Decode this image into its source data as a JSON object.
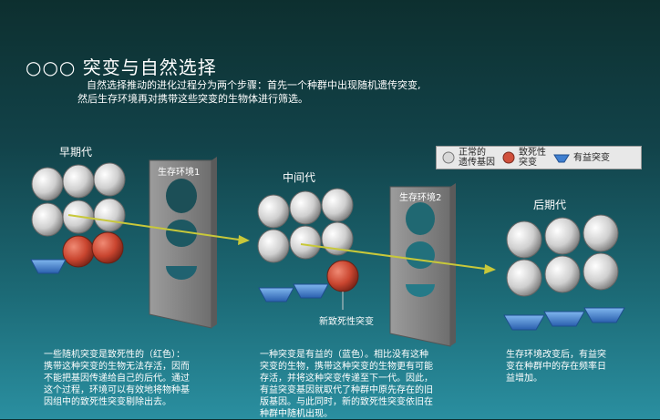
{
  "title": "○○○ 突变与自然选择",
  "intro": [
    "自然选择推动的进化过程分为两个步骤：首先一个种群中出现随机遗传突变,",
    "然后生存环境再对携带这些突变的生物体进行筛选。"
  ],
  "stages": {
    "early": "早期代",
    "middle": "中间代",
    "late": "后期代"
  },
  "environments": {
    "env1": "生存环境1",
    "env2": "生存环境2"
  },
  "legend": {
    "normal": [
      "正常的",
      "遗传基因"
    ],
    "lethal": [
      "致死性",
      "突变"
    ],
    "beneficial": "有益突变"
  },
  "new_lethal_label": "新致死性突变",
  "paragraphs": {
    "left": [
      "一些随机突变是致死性的（红色）：",
      "携带这种突变的生物无法存活，因而",
      "不能把基因传递给自己的后代。通过",
      "这个过程，环境可以有效地将物种基",
      "因组中的致死性突变剔除出去。"
    ],
    "middle": [
      "一种突变是有益的（蓝色）。相比没有这种",
      "突变的生物，携带这种突变的生物更有可能",
      "存活，并将这种突变传递至下一代。因此，",
      "有益突变基因就取代了种群中原先存在的旧",
      "版基因。与此同时，新的致死性突变依旧在",
      "种群中随机出现。"
    ],
    "right": [
      "生存环境改变后，有益突",
      "变在种群中的存在频率日",
      "益增加。"
    ]
  },
  "colors": {
    "normal": "#d8d8d8",
    "lethal": "#d0503c",
    "beneficial": "#3f7fd0",
    "arrow": "#c8c83a",
    "panel": "#8a8a8a"
  }
}
